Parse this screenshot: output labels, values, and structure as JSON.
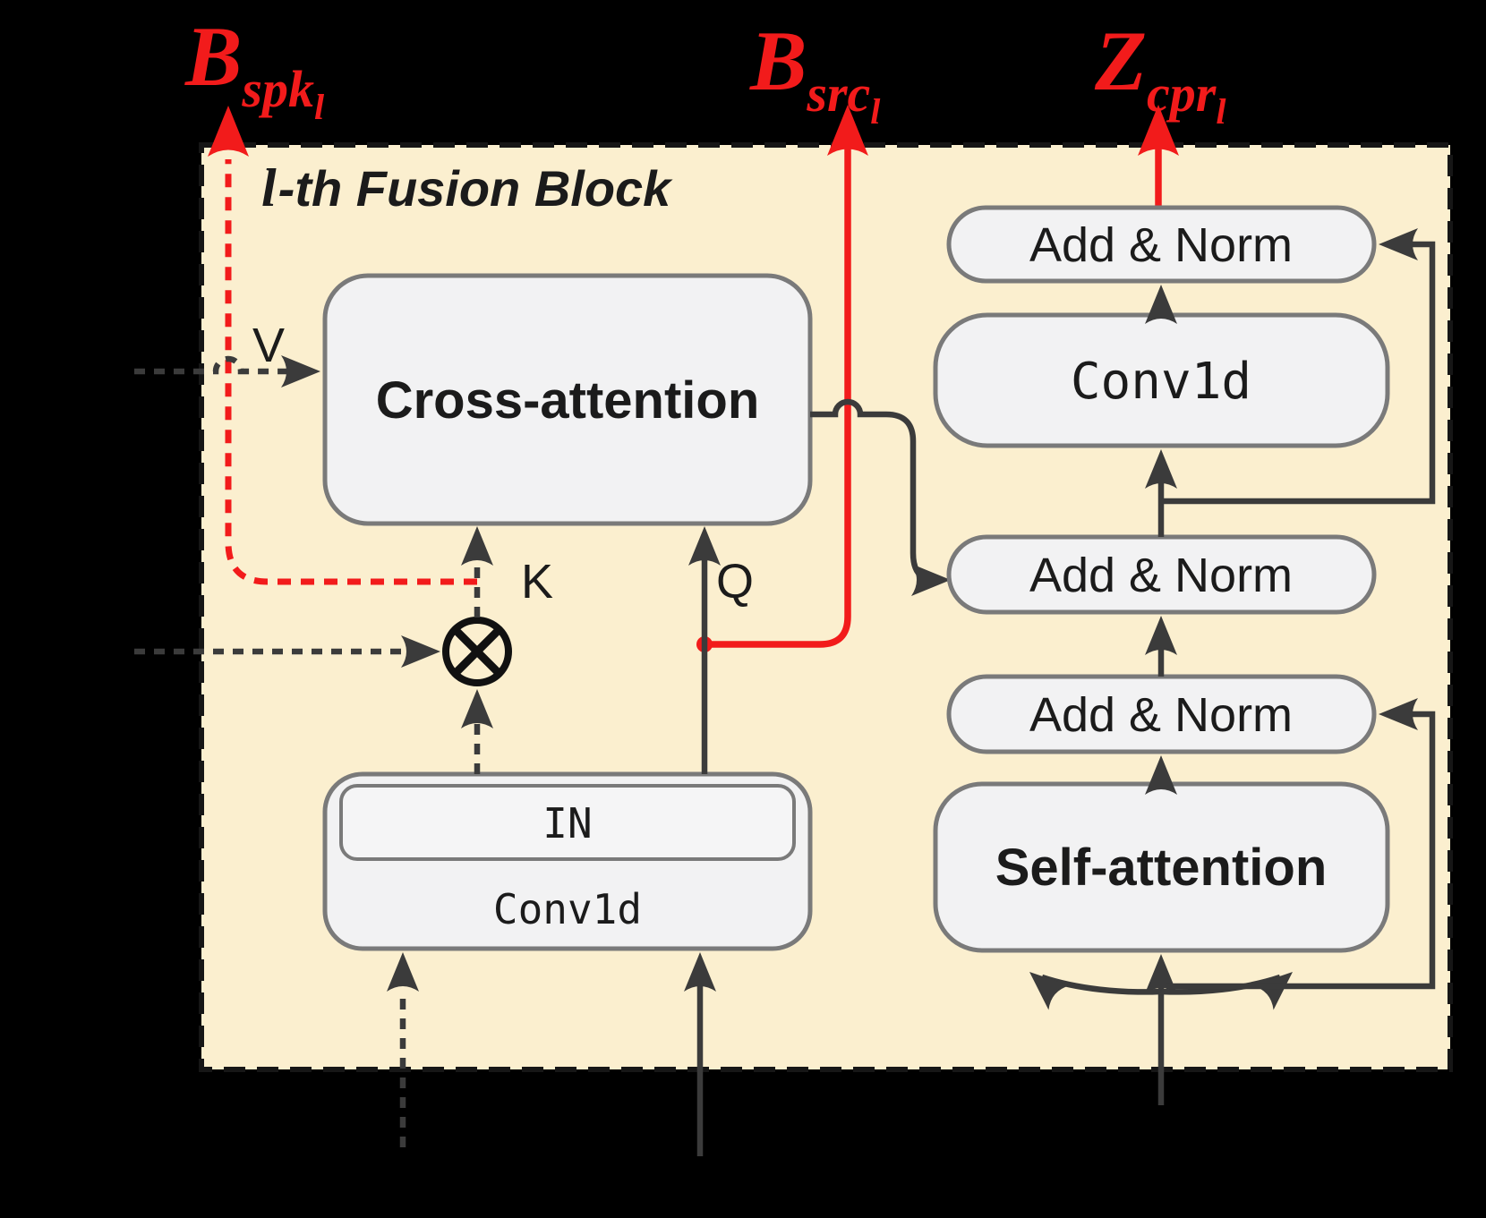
{
  "diagram": {
    "title": {
      "lead": "l",
      "rest": "-th Fusion Block"
    },
    "outputs": {
      "bspk": {
        "base": "B",
        "sub": "spk",
        "subsub": "l"
      },
      "bsrc": {
        "base": "B",
        "sub": "src",
        "subsub": "l"
      },
      "zcpr": {
        "base": "Z",
        "sub": "cpr",
        "subsub": "l"
      }
    },
    "blocks": {
      "cross_attention": "Cross-attention",
      "in_norm": "IN",
      "conv1d_front": "Conv1d",
      "add_norm_top": "Add & Norm",
      "add_norm_mid": "Add & Norm",
      "add_norm_low": "Add & Norm",
      "conv1d": "Conv1d",
      "self_attention": "Self-attention"
    },
    "ports": {
      "v": "V",
      "k": "K",
      "q": "Q"
    },
    "operators": {
      "multiply": "⊗"
    },
    "colors": {
      "background": "#000000",
      "block_fill": "#fbefcf",
      "block_border": "#161616",
      "box_fill": "#f2f2f3",
      "box_stroke": "#7a7a7a",
      "line": "#3b3b3b",
      "accent_red": "#f21b1b",
      "text": "#1b1b1b"
    }
  }
}
